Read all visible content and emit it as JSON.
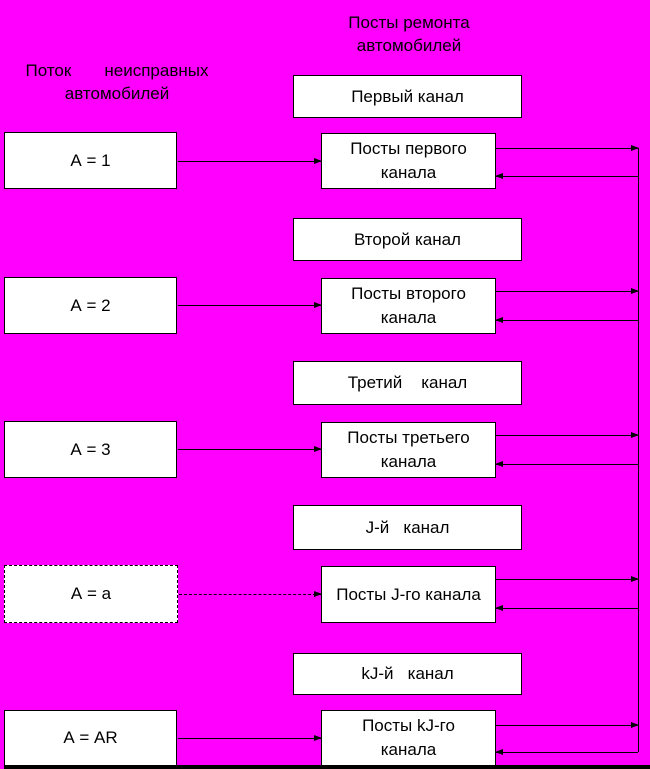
{
  "title": "Посты ремонта\nавтомобилей",
  "left_label": "Поток       неисправных\nавтомобилей",
  "rows": [
    {
      "flow": "А = 1",
      "channel": "Первый канал",
      "posts": "Посты первого\nканала"
    },
    {
      "flow": "А = 2",
      "channel": "Второй канал",
      "posts": "Посты второго\nканала"
    },
    {
      "flow": "А = 3",
      "channel": "Третий    канал",
      "posts": "Посты третьего\nканала"
    },
    {
      "flow": "А = а",
      "channel": "J-й   канал",
      "posts": "Посты J-го канала"
    },
    {
      "flow": "А = AR",
      "channel": "kJ-й   канал",
      "posts": "Посты kJ-го\nканала"
    }
  ],
  "colors": {
    "background": "#FF00FF",
    "box_fill": "#FFFFFF",
    "box_border": "#000000",
    "text": "#000000",
    "line": "#000000"
  }
}
